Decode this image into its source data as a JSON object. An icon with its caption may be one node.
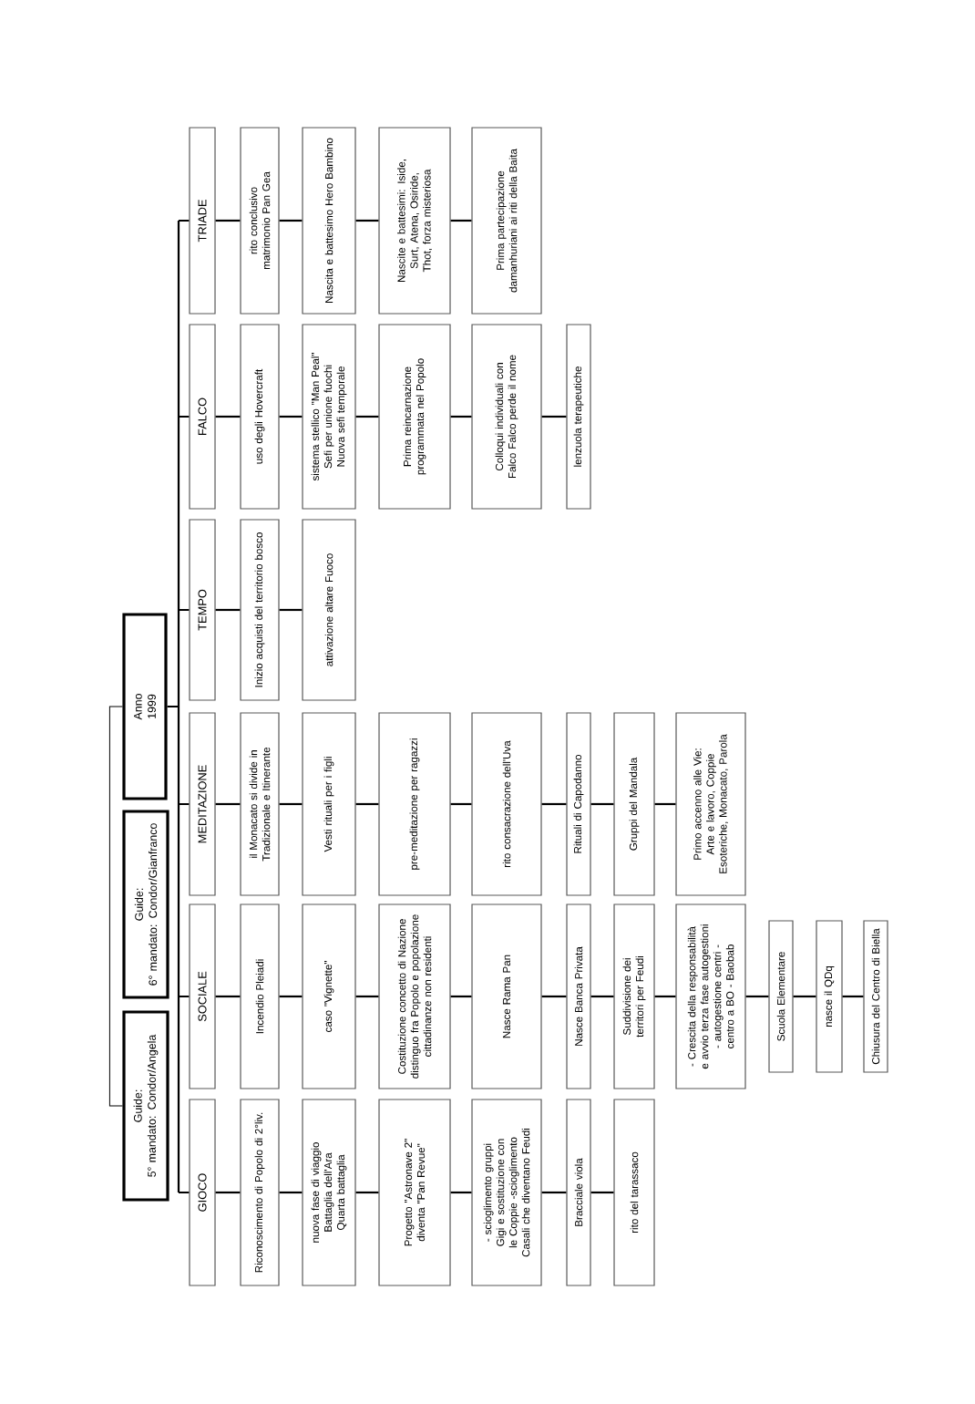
{
  "diagram": {
    "nodes": [
      {
        "text": [
          "Guide:",
          "5° mandato: Condor/Angela"
        ]
      },
      {
        "text": [
          "Guide:",
          "6° mandato: Condor/Gianfranco"
        ]
      },
      {
        "text": [
          "Anno 1999"
        ]
      },
      {
        "text": [
          "GIOCO"
        ]
      },
      {
        "text": [
          "SOCIALE"
        ]
      },
      {
        "text": [
          "MEDITAZIONE"
        ]
      },
      {
        "text": [
          "TEMPO"
        ]
      },
      {
        "text": [
          "FALCO"
        ]
      },
      {
        "text": [
          "TRIADE"
        ]
      },
      {
        "text": [
          "Riconoscimento di Popolo di 2°liv."
        ]
      },
      {
        "text": [
          "nuova fase di viaggio Battaglia dell'Ara Quarta battaglia"
        ]
      },
      {
        "text": [
          "Progetto \"Astronave 2\" diventa \"Pan Revue\""
        ]
      },
      {
        "text": [
          "- scioglimento gruppi Gigi e sostituzione con le Coppie -scioglimento Casali che diventano Feudi"
        ]
      },
      {
        "text": [
          "Bracciale viola"
        ]
      },
      {
        "text": [
          "rito del tarassaco"
        ]
      },
      {
        "text": [
          "Incendio Pleiadi"
        ]
      },
      {
        "text": [
          "caso \"Vignette\""
        ]
      },
      {
        "text": [
          "Costituzione concetto di Nazione distinguo fra Popolo e popolazione cittadinanze non residenti"
        ]
      },
      {
        "text": [
          "Nasce Rama Pan"
        ]
      },
      {
        "text": [
          "Nasce Banca Privata"
        ]
      },
      {
        "text": [
          "Suddivisione dei territori per Feudi"
        ]
      },
      {
        "text": [
          "- Crescita della responsabilità e avvio terza fase autogestioni - autogestione centri - centro a BO - Baobab"
        ]
      },
      {
        "text": [
          "Scuola Elementare"
        ]
      },
      {
        "text": [
          "nasce il QDq"
        ]
      },
      {
        "text": [
          "Chiusura del Centro di Biella"
        ]
      },
      {
        "text": [
          "il Monacato si divide in Tradizionale e Itinerante"
        ]
      },
      {
        "text": [
          "Vesti rituali per i figli"
        ]
      },
      {
        "text": [
          "pre-meditazione per ragazzi"
        ]
      },
      {
        "text": [
          "rito consacrazione dell'Uva"
        ]
      },
      {
        "text": [
          "Rituali di Capodanno"
        ]
      },
      {
        "text": [
          "Gruppi del Mandala"
        ]
      },
      {
        "text": [
          "Primo accenno alle Vie: Arte e lavoro, Coppie Esoteriche, Monacato, Parola"
        ]
      },
      {
        "text": [
          "Inizio acquisti del territorio bosco"
        ]
      },
      {
        "text": [
          "attivazione altare Fuoco"
        ]
      },
      {
        "text": [
          "uso degli Hovercraft"
        ]
      },
      {
        "text": [
          "sistema stellico \"Man Peal\" Sefi per unione fuochi Nuova sefi temporale"
        ]
      },
      {
        "text": [
          "Prima reincarnazione programmata nel Popolo"
        ]
      },
      {
        "text": [
          "Colloqui individuali con Falco Falco perde il nome"
        ]
      },
      {
        "text": [
          "lenzuola terapeutiche"
        ]
      },
      {
        "text": [
          "rito conclusivo matrimonio Pan Gea"
        ]
      },
      {
        "text": [
          "Nascita e battesimo Hero Bambino"
        ]
      },
      {
        "text": [
          "Nascite e battesimi: Iside, Surt, Atena, Osiride, Thot, forza misteriosa"
        ]
      },
      {
        "text": [
          "Prima partecipazione damanhuriani ai riti della Baita"
        ]
      }
    ],
    "edges": [
      {
        "from": 0,
        "to": 2,
        "arrow": "none"
      },
      {
        "from": 2,
        "to": 3,
        "arrow": "none"
      },
      {
        "from": 2,
        "to": 4,
        "arrow": "none"
      },
      {
        "from": 2,
        "to": 5,
        "arrow": "none"
      },
      {
        "from": 2,
        "to": 6,
        "arrow": "none"
      },
      {
        "from": 2,
        "to": 7,
        "arrow": "none"
      },
      {
        "from": 2,
        "to": 8,
        "arrow": "none"
      },
      {
        "from": 3,
        "to": 9,
        "arrow": "none"
      },
      {
        "from": 9,
        "to": 10,
        "arrow": "none"
      },
      {
        "from": 10,
        "to": 11,
        "arrow": "none"
      },
      {
        "from": 11,
        "to": 12,
        "arrow": "none"
      },
      {
        "from": 12,
        "to": 13,
        "arrow": "none"
      },
      {
        "from": 13,
        "to": 14,
        "arrow": "none"
      },
      {
        "from": 4,
        "to": 15,
        "arrow": "none"
      },
      {
        "from": 15,
        "to": 16,
        "arrow": "none"
      },
      {
        "from": 16,
        "to": 17,
        "arrow": "none"
      },
      {
        "from": 17,
        "to": 18,
        "arrow": "none"
      },
      {
        "from": 18,
        "to": 19,
        "arrow": "none"
      },
      {
        "from": 19,
        "to": 20,
        "arrow": "none"
      },
      {
        "from": 20,
        "to": 21,
        "arrow": "none"
      },
      {
        "from": 21,
        "to": 22,
        "arrow": "none"
      },
      {
        "from": 22,
        "to": 23,
        "arrow": "none"
      },
      {
        "from": 23,
        "to": 24,
        "arrow": "none"
      },
      {
        "from": 5,
        "to": 25,
        "arrow": "none"
      },
      {
        "from": 25,
        "to": 26,
        "arrow": "none"
      },
      {
        "from": 26,
        "to": 27,
        "arrow": "none"
      },
      {
        "from": 27,
        "to": 28,
        "arrow": "none"
      },
      {
        "from": 28,
        "to": 29,
        "arrow": "none"
      },
      {
        "from": 29,
        "to": 30,
        "arrow": "none"
      },
      {
        "from": 30,
        "to": 31,
        "arrow": "none"
      },
      {
        "from": 6,
        "to": 32,
        "arrow": "none"
      },
      {
        "from": 32,
        "to": 33,
        "arrow": "none"
      },
      {
        "from": 7,
        "to": 34,
        "arrow": "none"
      },
      {
        "from": 34,
        "to": 35,
        "arrow": "none"
      },
      {
        "from": 35,
        "to": 36,
        "arrow": "none"
      },
      {
        "from": 36,
        "to": 37,
        "arrow": "none"
      },
      {
        "from": 37,
        "to": 38,
        "arrow": "none"
      },
      {
        "from": 8,
        "to": 39,
        "arrow": "none"
      },
      {
        "from": 39,
        "to": 40,
        "arrow": "none"
      },
      {
        "from": 40,
        "to": 41,
        "arrow": "none"
      },
      {
        "from": 41,
        "to": 42,
        "arrow": "none"
      }
    ]
  }
}
